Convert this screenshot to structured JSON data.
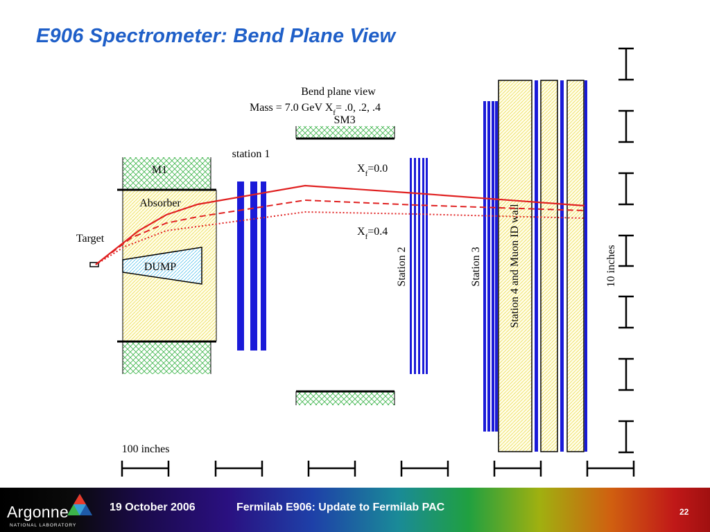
{
  "slide": {
    "title": "E906 Spectrometer:  Bend Plane View"
  },
  "diagram": {
    "header_line1": "Bend plane view",
    "header_line2_prefix": "Mass = 7.0 GeV  X",
    "header_line2_sub": "f",
    "header_line2_suffix": "= .0, .2, .4",
    "sm3_label": "SM3",
    "m1_label": "M1",
    "absorber_label": "Absorber",
    "target_label": "Target",
    "dump_label": "DUMP",
    "station1_label": "station 1",
    "station2_label": "Station 2",
    "station3_label": "Station 3",
    "station4_label": "Station 4 and Muon ID wall",
    "xf0_main": "X",
    "xf0_sub": "f",
    "xf0_value": "=0.0",
    "xf4_main": "X",
    "xf4_sub": "f",
    "xf4_value": "=0.4",
    "scale_horizontal_label": "100 inches",
    "scale_vertical_label": "10 inches"
  },
  "colors": {
    "title": "#1f5fc8",
    "detector_blue": "#1a1ad8",
    "trajectory_red": "#e02020",
    "hatch_green": "#3cb44a",
    "hatch_yellow": "#e8d840",
    "dump_cyan": "#40b8e8"
  },
  "footer": {
    "logo_text": "Argonne",
    "logo_subtext": "NATIONAL LABORATORY",
    "date": "19 October 2006",
    "presentation": "Fermilab E906:  Update to Fermilab PAC",
    "page_number": "22"
  }
}
